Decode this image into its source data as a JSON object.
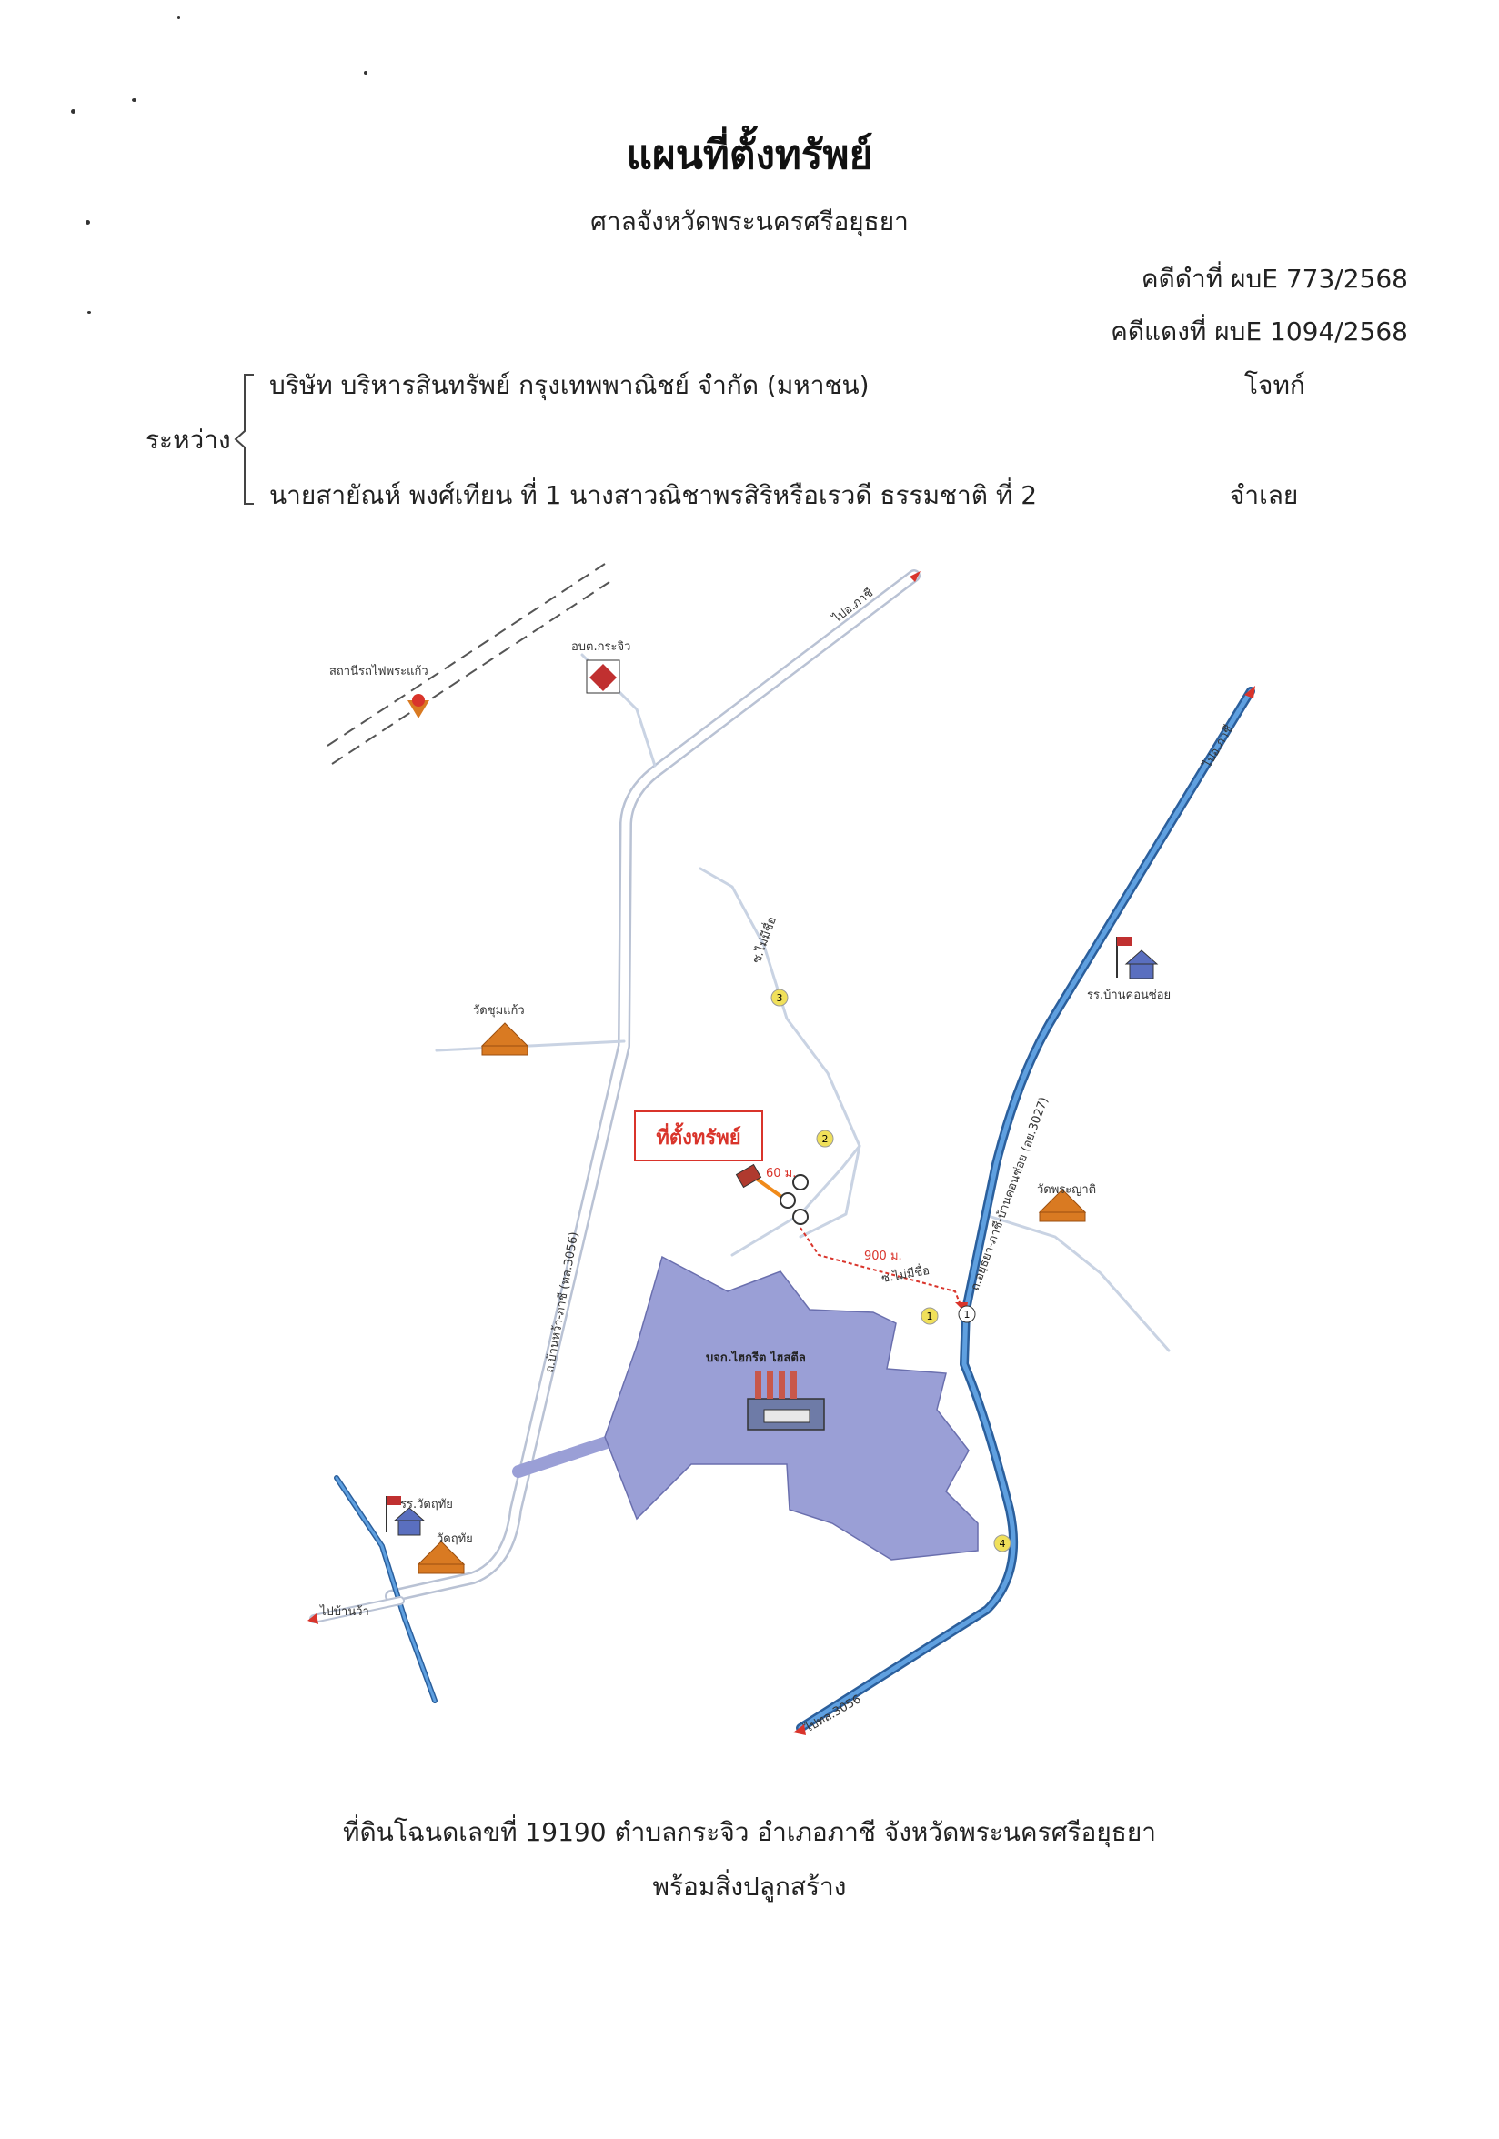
{
  "title": "แผนที่ตั้งทรัพย์",
  "court": "ศาลจังหวัดพระนครศรีอยุธยา",
  "case_black": "คดีดำที่ ผบE 773/2568",
  "case_red": "คดีแดงที่ ผบE 1094/2568",
  "between_label": "ระหว่าง",
  "plaintiff": {
    "name": "บริษัท บริหารสินทรัพย์ กรุงเทพพาณิชย์ จำกัด (มหาชน)",
    "role": "โจทก์"
  },
  "defendant": {
    "name": "นายสายัณห์ พงศ์เทียน ที่ 1 นางสาวณิชาพรสิริหรือเรวดี ธรรมชาติ ที่ 2",
    "role": "จำเลย"
  },
  "map": {
    "labels": {
      "station": "สถานีรถไฟพระแก้ว",
      "sao": "อบต.กระจิว",
      "to_phachi_top": "ไปอ.ภาชี",
      "to_phachi_right": "ไปอ.ภาชี",
      "wat_chumkaeo": "วัดชุมแก้ว",
      "school_khonsoi": "รร.บ้านคอนซ่อย",
      "road_left": "ถ.บ้านหว้า-ภาชี (ทล.3056)",
      "road_right": "ถ.อยุธยา-ภาชี-บ้านคอนซ่อย (อย.3027)",
      "soi_kraphai": "ซ.ไม่มีชื่อ",
      "property_marker": "ที่ตั้งทรัพย์",
      "dist_60": "60 ม.",
      "dist_900": "900 ม.",
      "soi_kraphai_2": "ซ.ไม่มีชื่อ",
      "wat_phrayat": "วัดพระญาติ",
      "factory": "บจก.ไฮกรีต ไฮสตีล",
      "school_wat": "รร.วัดฤทัย",
      "wat_ruethai": "วัดฤทัย",
      "to_ban_wa": "ไปบ้านว้า",
      "to_ayutthaya": "ไปทล.3056",
      "waypoint_1": "1",
      "waypoint_2": "2",
      "waypoint_3": "3",
      "waypoint_4": "4"
    },
    "colors": {
      "highway": "#3f7fc4",
      "local_road": "#c9d3e3",
      "factory_area": "#9a9fd6",
      "marker_red": "#d9342b",
      "temple": "#d97a22",
      "waypoint": "#f0e05a"
    }
  },
  "footer_line1": "ที่ดินโฉนดเลขที่  19190  ตำบลกระจิว  อำเภอภาชี  จังหวัดพระนครศรีอยุธยา",
  "footer_line2": "พร้อมสิ่งปลูกสร้าง"
}
